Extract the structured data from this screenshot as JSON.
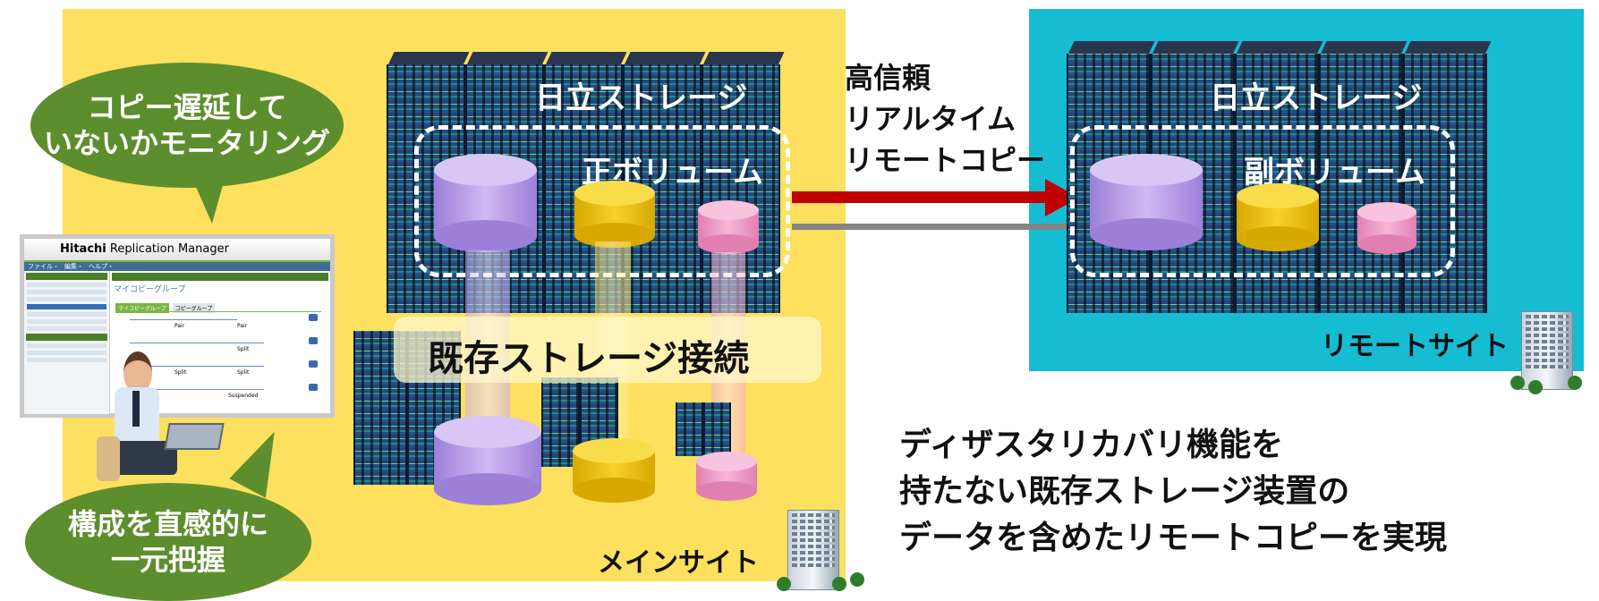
{
  "sites": {
    "main_label": "メインサイト",
    "remote_label": "リモートサイト"
  },
  "storage": {
    "main_title": "日立ストレージ",
    "main_volume": "正ボリューム",
    "remote_title": "日立ストレージ",
    "remote_volume": "副ボリューム"
  },
  "copy_label": [
    "高信頼",
    "リアルタイム",
    "リモートコピー"
  ],
  "existing_storage_label": "既存ストレージ接続",
  "bubbles": {
    "monitor": [
      "コピー遅延して",
      "いないかモニタリング"
    ],
    "config": [
      "構成を直感的に",
      "一元把握"
    ]
  },
  "summary": [
    "ディザスタリカバリ機能を",
    "持たない既存ストレージ装置の",
    "データを含めたリモートコピーを実現"
  ],
  "app": {
    "title_bold": "Hitachi",
    "title_rest": " Replication Manager",
    "menu": [
      "ファイル・",
      "編集・",
      "ヘルプ・"
    ],
    "panel_title": "マイコピーグループ",
    "tabs": [
      "マイコピーグループ",
      "コピーグループ"
    ],
    "status_texts": [
      "Pair",
      "Pair",
      "Split",
      "Split",
      "Suspended",
      "Split"
    ]
  },
  "colors": {
    "main_site_bg": "#fde05e",
    "remote_site_bg": "#16bcd2",
    "bubble_green": "#5d8e2d",
    "arrow_red": "#c00000"
  }
}
